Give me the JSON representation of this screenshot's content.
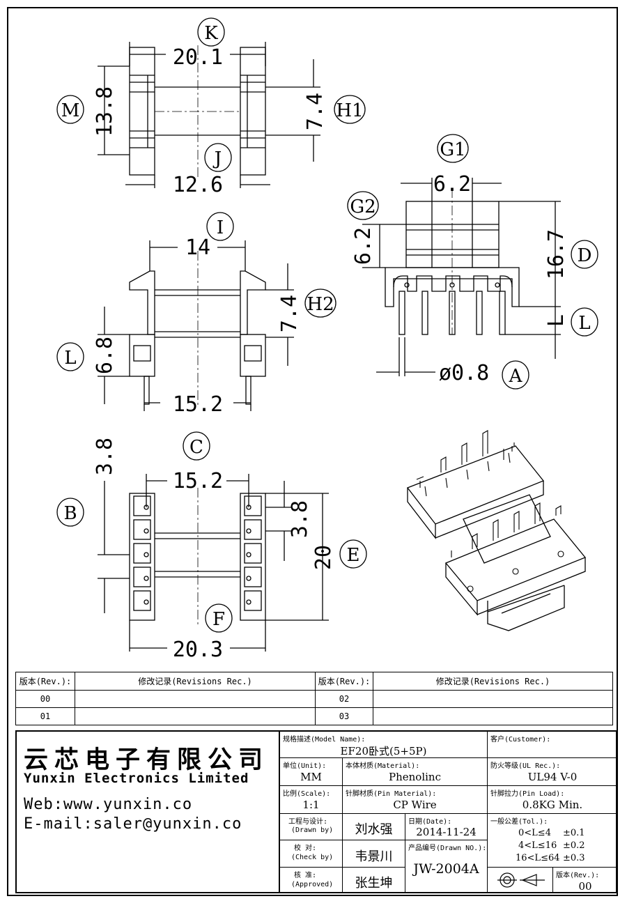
{
  "dimensions": {
    "k_width": "20.1",
    "m_height": "13.8",
    "h1_gap": "7.4",
    "j_width": "12.6",
    "g1_width": "6.2",
    "g2_height": "6.2",
    "d_height": "16.7",
    "l_pin": "L",
    "a_pin_dia": "ø0.8",
    "i_width": "14",
    "h2_gap": "7.4",
    "l_height": "6.8",
    "pin_span": "15.2",
    "c_width": "15.2",
    "b_offset": "3.8",
    "pitch": "3.8",
    "e_height": "20",
    "f_width": "20.3"
  },
  "callouts": {
    "K": "K",
    "M": "M",
    "H1": "H1",
    "J": "J",
    "G1": "G1",
    "G2": "G2",
    "D": "D",
    "L_side": "L",
    "A": "A",
    "I": "I",
    "H2": "H2",
    "L_front": "L",
    "C": "C",
    "B": "B",
    "E": "E",
    "F": "F"
  },
  "revisions": {
    "col_rev": "版本(Rev.):",
    "col_rec": "修改记录(Revisions Rec.)",
    "col_rev2": "版本(Rev.):",
    "col_rec2": "修改记录(Revisions Rec.)",
    "r1": "00",
    "r2": "01",
    "r3": "02",
    "r4": "03"
  },
  "title_block": {
    "company_cn": "云芯电子有限公司",
    "company_en": "Yunxin Electronics Limited",
    "web": "Web:www.yunxin.co",
    "email": "E-mail:saler@yunxin.co",
    "model_label": "规格描述(Model Name):",
    "model_value": "EF20卧式(5+5P)",
    "customer_label": "客户(Customer):",
    "unit_label": "单位(Unit):",
    "unit_value": "MM",
    "material_label": "本体材质(Material):",
    "material_value": "Phenolinc",
    "ul_label": "防火等级(UL Rec.):",
    "ul_value": "UL94 V-0",
    "scale_label": "比例(Scale):",
    "scale_value": "1:1",
    "pin_material_label": "针脚材质(Pin Material):",
    "pin_material_value": "CP Wire",
    "pin_load_label": "针脚拉力(Pin Load):",
    "pin_load_value": "0.8KG Min.",
    "drawn_label_cn": "工程与设计:",
    "drawn_label_en": "(Drawn by)",
    "drawn_value": "刘水强",
    "date_label": "日期(Date):",
    "date_value": "2014-11-24",
    "tol_label": "一般公差(Tol.):",
    "tol_rows": [
      "0<L≤4",
      "±0.1",
      "4<L≤16",
      "±0.2",
      "16<L≤64",
      "±0.3"
    ],
    "check_label_cn": "校  对:",
    "check_label_en": "(Check by)",
    "check_value": "韦景川",
    "drawing_no_label": "产品编号(Drawn NO.):",
    "drawing_no_value": "JW-2004A",
    "approved_label_cn": "核  准:",
    "approved_label_en": "(Approved)",
    "approved_value": "张生坤",
    "rev_label": "版本(Rev.):",
    "rev_value": "00"
  }
}
